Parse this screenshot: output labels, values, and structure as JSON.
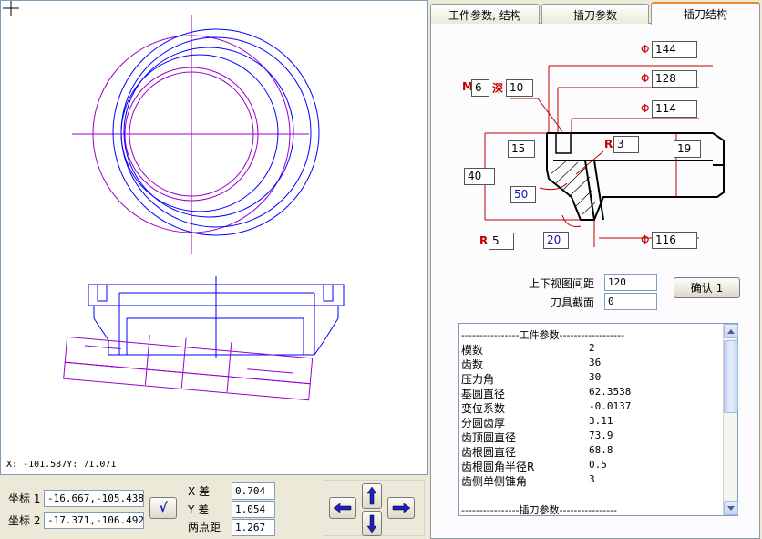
{
  "canvas": {
    "coord_readout": "X: -101.587Y: 71.071"
  },
  "bottom_panel": {
    "coord1_label": "坐标 1",
    "coord1_value": "-16.667,-105.438",
    "coord2_label": "坐标 2",
    "coord2_value": "-17.371,-106.492",
    "check_symbol": "√",
    "xdiff_label": "X 差",
    "xdiff_value": "0.704",
    "ydiff_label": "Y 差",
    "ydiff_value": "1.054",
    "dist_label": "两点距",
    "dist_value": "1.267"
  },
  "tabs": [
    {
      "label": "工件参数, 结构",
      "active": false
    },
    {
      "label": "插刀参数",
      "active": false
    },
    {
      "label": "插刀结构",
      "active": true
    }
  ],
  "diagram": {
    "phi_symbol": "Φ",
    "phi144": "144",
    "phi128": "128",
    "phi114": "114",
    "phi116": "116",
    "m_label": "M",
    "m_value": "6",
    "depth_label": "深",
    "depth_value": "10",
    "h15": "15",
    "r_label": "R",
    "r3": "3",
    "h19": "19",
    "h40": "40",
    "a50": "50",
    "r5": "5",
    "a20": "20"
  },
  "form": {
    "view_gap_label": "上下视图间距",
    "view_gap_value": "120",
    "section_label": "刀具截面",
    "section_value": "0",
    "confirm_label": "确认 1"
  },
  "params": {
    "header": "----------------工件参数------------------",
    "rows": [
      {
        "name": "模数",
        "value": "2"
      },
      {
        "name": "齿数",
        "value": "36"
      },
      {
        "name": "压力角",
        "value": "30"
      },
      {
        "name": "基圆直径",
        "value": "62.3538"
      },
      {
        "name": "变位系数",
        "value": "-0.0137"
      },
      {
        "name": "分圆齿厚",
        "value": "3.11"
      },
      {
        "name": "齿顶圆直径",
        "value": "73.9"
      },
      {
        "name": "齿根圆直径",
        "value": "68.8"
      },
      {
        "name": "齿根圆角半径R",
        "value": "0.5"
      },
      {
        "name": "齿侧单侧锥角",
        "value": "3"
      }
    ],
    "footer": "----------------插刀参数----------------"
  },
  "colors": {
    "blue": "#0000ff",
    "purple": "#9900cc",
    "red": "#c00000"
  }
}
